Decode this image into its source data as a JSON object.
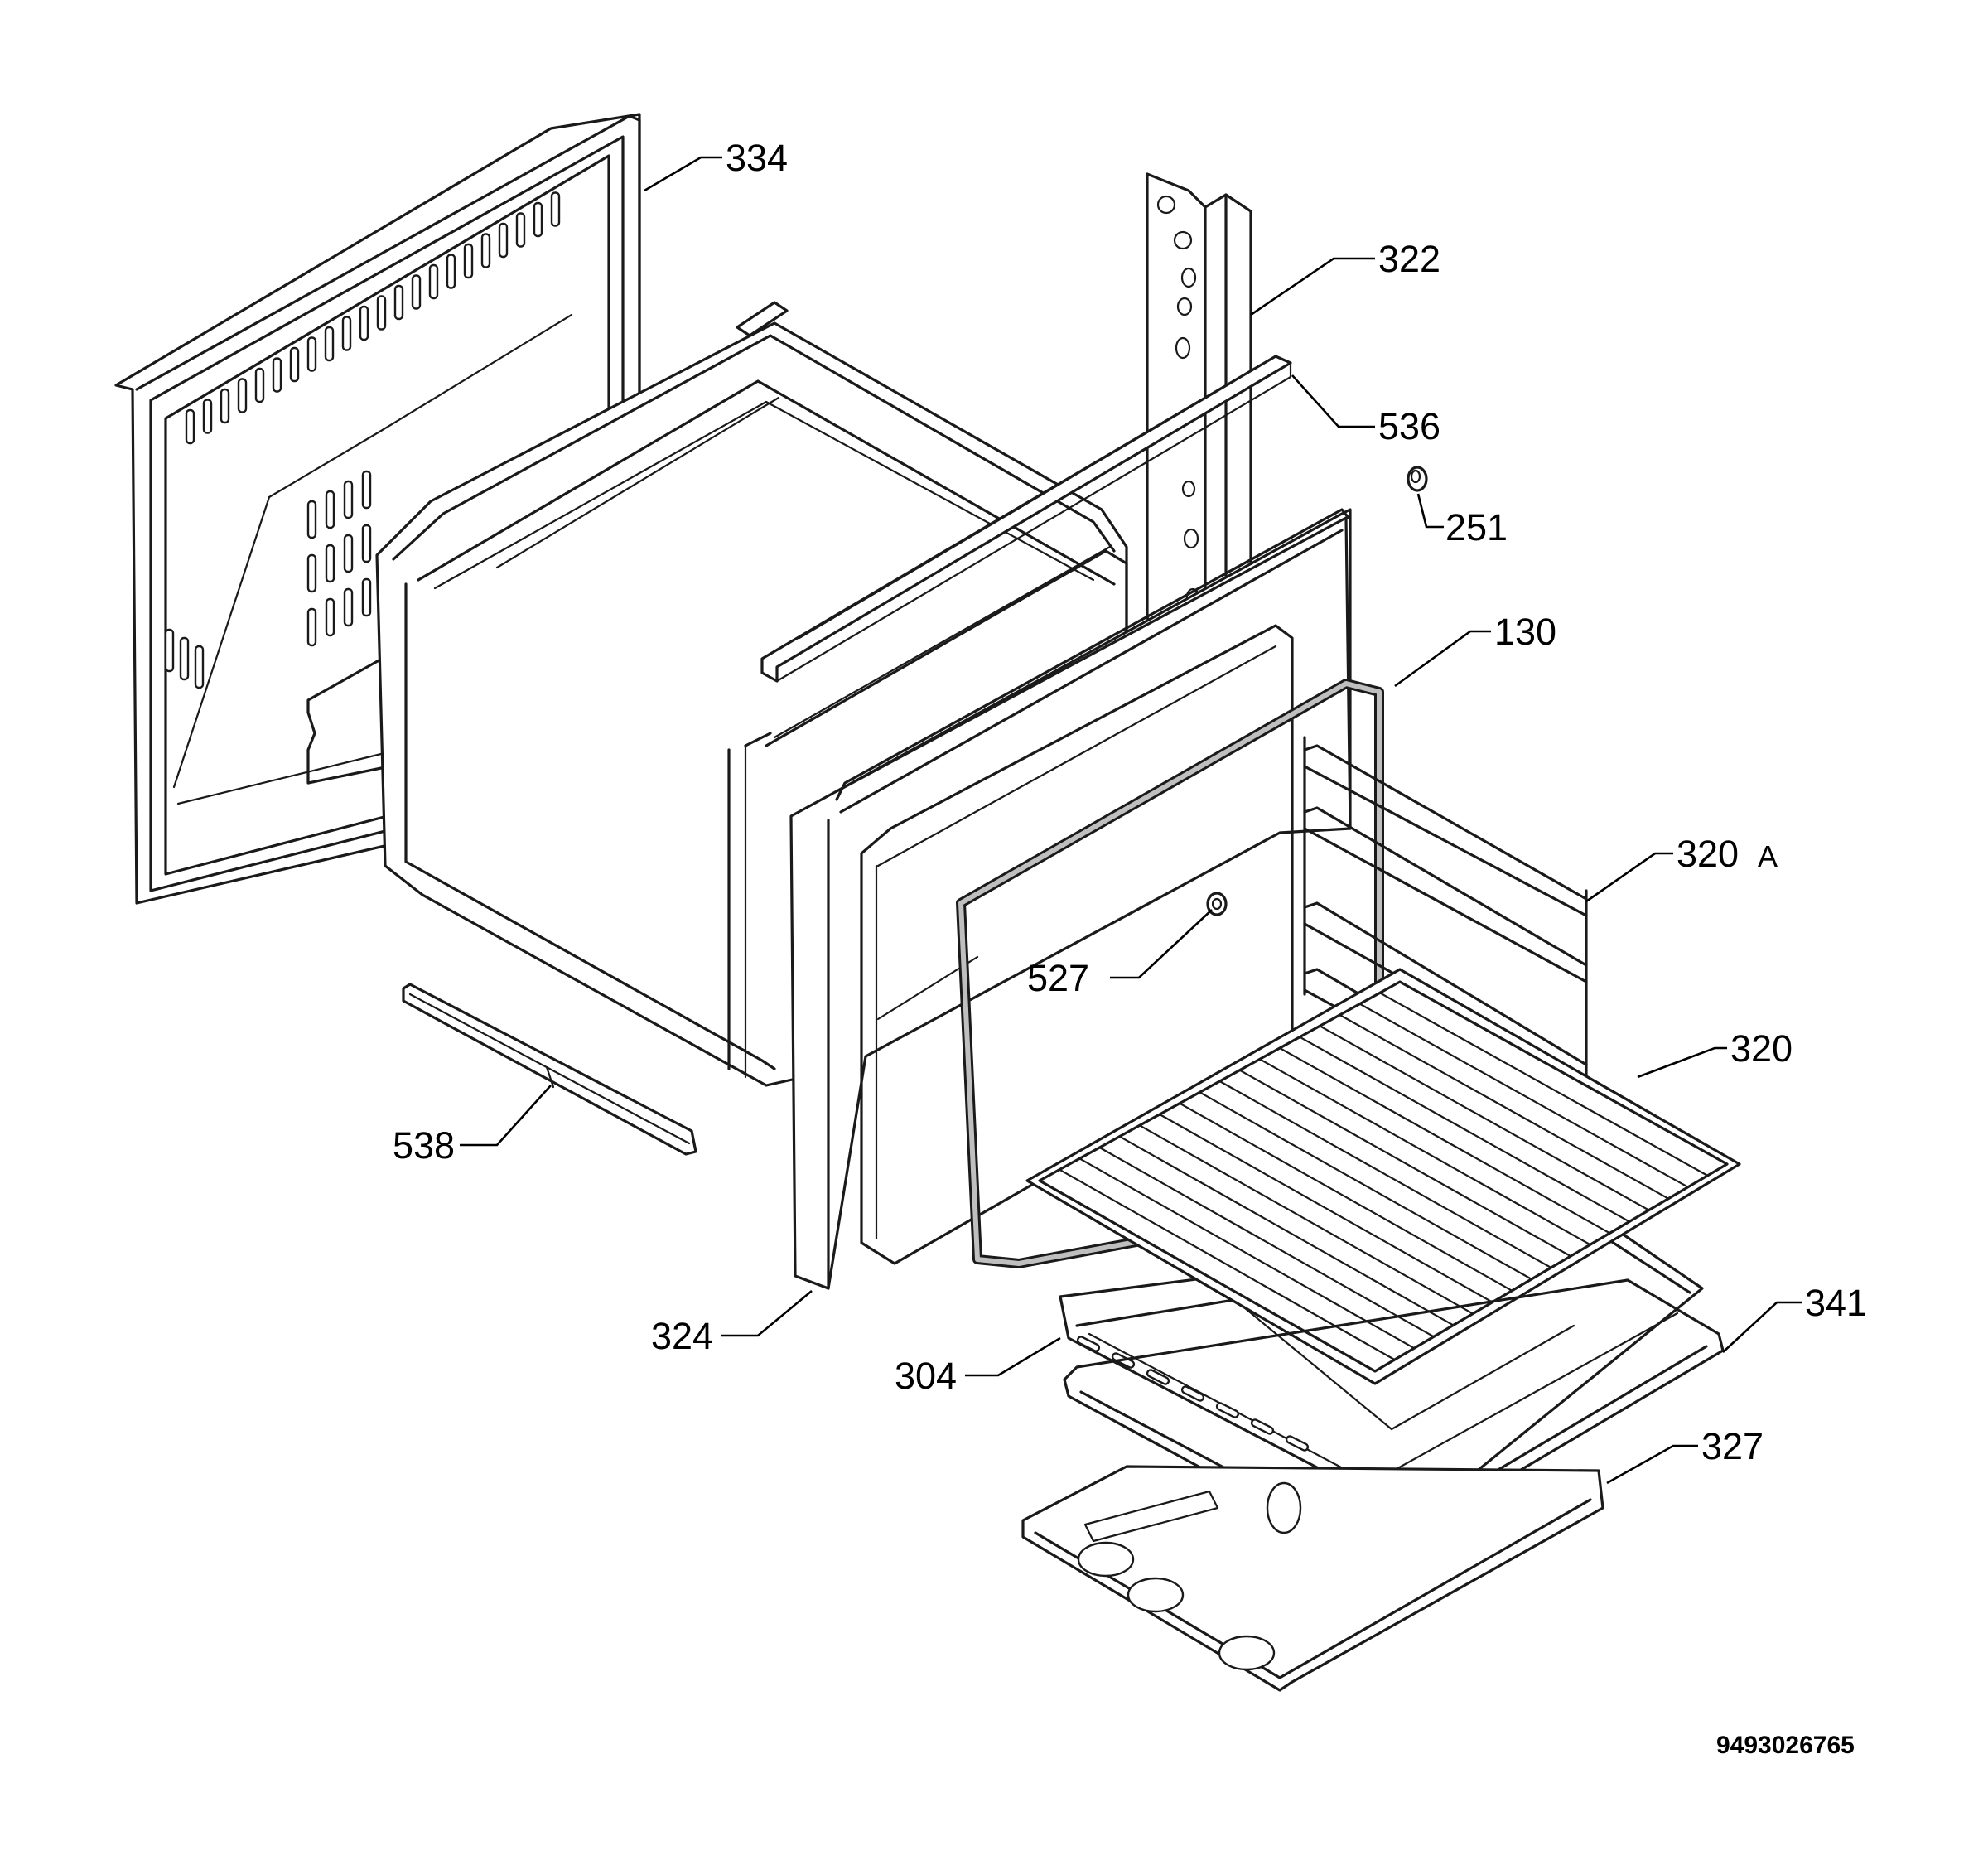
{
  "callouts": {
    "c334": "334",
    "c322": "322",
    "c536": "536",
    "c251": "251",
    "c130": "130",
    "c320a": "320",
    "c320a_suffix": "A",
    "c527": "527",
    "c320": "320",
    "c538": "538",
    "c341": "341",
    "c324": "324",
    "c304": "304",
    "c327": "327"
  },
  "document_number": "9493026765"
}
